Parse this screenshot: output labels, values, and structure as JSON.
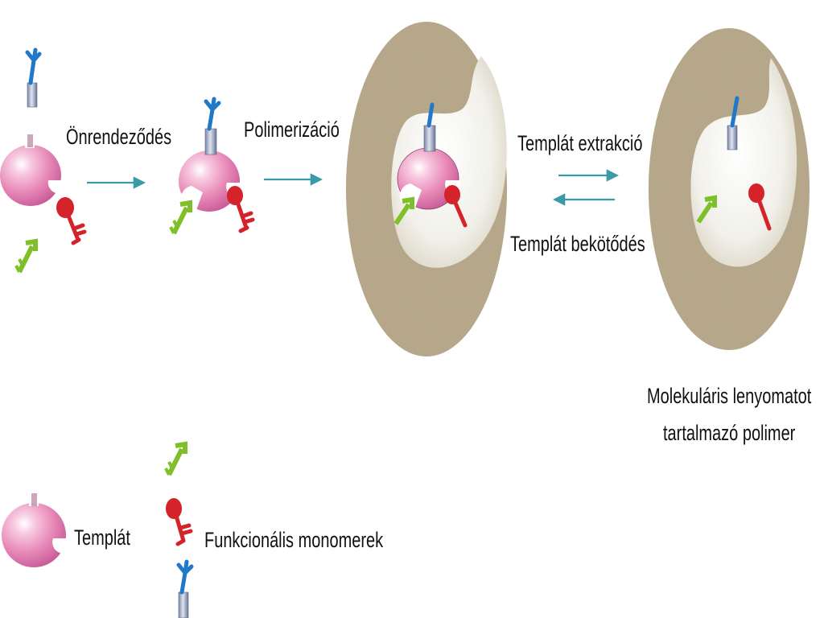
{
  "steps": {
    "self_assembly": "Önrendeződés",
    "polymerization": "Polimerizáció",
    "template_extraction": "Templát extrakció",
    "template_binding": "Templát bekötődés"
  },
  "product": {
    "line1": "Molekuláris lenyomatot",
    "line2": "tartalmazó polimer"
  },
  "legend": {
    "template": "Templát",
    "functional_monomers": "Funkcionális monomerek"
  },
  "colors": {
    "template_pink": "#e87ab3",
    "monomer_blue": "#1f78c8",
    "monomer_red": "#d4232a",
    "monomer_green": "#7fbf2a",
    "arrow_teal": "#3a9aa6",
    "polymer_tan": "#b8a88a",
    "cavity": "#f4f3ee"
  }
}
